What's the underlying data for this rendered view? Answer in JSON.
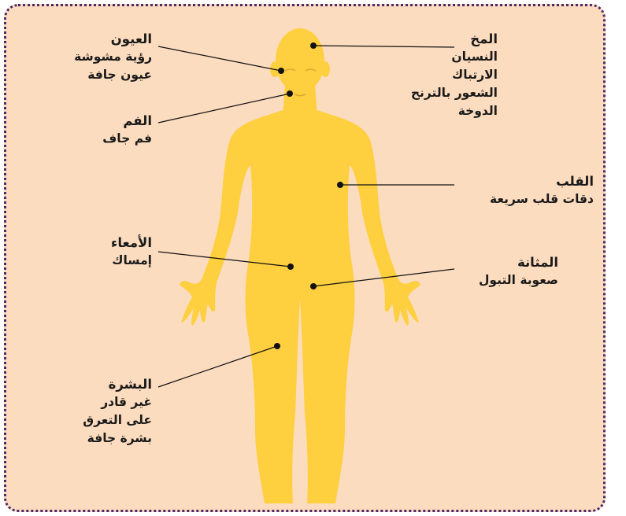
{
  "colors": {
    "background": "#fcdcbf",
    "border": "#4a2a6b",
    "body": "#fecf3f",
    "leader": "#111111"
  },
  "labels": {
    "eyes": {
      "title": "العيون",
      "lines": [
        "رؤية مشوشة",
        "عيون جافة"
      ]
    },
    "mouth": {
      "title": "الفم",
      "lines": [
        "فم جاف"
      ]
    },
    "intestines": {
      "title": "الأمعاء",
      "lines": [
        "إمساك"
      ]
    },
    "skin": {
      "title": "البشرة",
      "lines": [
        "غير قادر",
        "على التعرق",
        "بشرة جافة"
      ]
    },
    "brain": {
      "title": "المخ",
      "lines": [
        "النسيان",
        "الارتباك",
        "الشعور بالترنح",
        "الدوخة"
      ]
    },
    "heart": {
      "title": "القلب",
      "lines": [
        "دقات قلب سريعة"
      ]
    },
    "bladder": {
      "title": "المثانة",
      "lines": [
        "صعوبة التبول"
      ]
    }
  }
}
